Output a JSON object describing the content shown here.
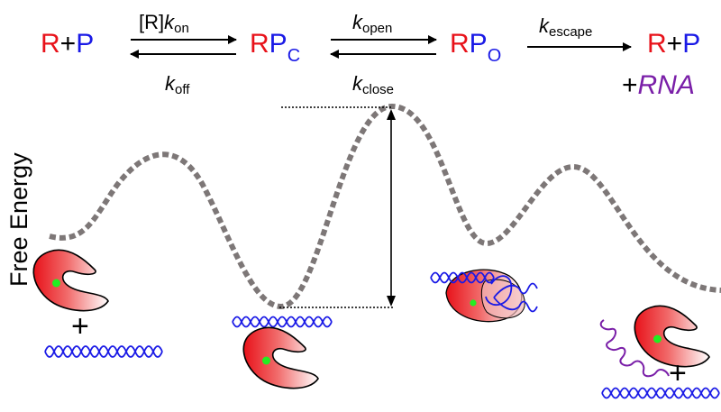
{
  "colors": {
    "R": "#e8121a",
    "P": "#1a1ae6",
    "rna": "#7a1fa8",
    "dna": "#1a1ae6",
    "curve": "#7d7777",
    "text": "#000000"
  },
  "scheme": {
    "state1": {
      "r": "R",
      "plus": "+",
      "p": "P"
    },
    "arrow1": {
      "fwd_prefix": "[R]",
      "fwd_k": "k",
      "fwd_sub": "on",
      "rev_k": "k",
      "rev_sub": "off"
    },
    "state2": {
      "r": "R",
      "p": "P",
      "sub": "C"
    },
    "arrow2": {
      "fwd_k": "k",
      "fwd_sub": "open",
      "rev_k": "k",
      "rev_sub": "close"
    },
    "state3": {
      "r": "R",
      "p": "P",
      "sub": "O"
    },
    "arrow3": {
      "fwd_k": "k",
      "fwd_sub": "escape"
    },
    "state4": {
      "r": "R",
      "plus": "+",
      "p": "P",
      "plus2": "+",
      "rna": "RNA"
    }
  },
  "axis": {
    "ylabel": "Free Energy"
  },
  "species": {
    "free_plus": "+",
    "escape_plus": "+"
  },
  "icons": {
    "free_polymerase": "rna-polymerase-icon",
    "dna": "dna-helix-icon",
    "closed_complex": "closed-complex-icon",
    "open_complex": "open-complex-icon",
    "rna": "rna-transcript-icon"
  }
}
